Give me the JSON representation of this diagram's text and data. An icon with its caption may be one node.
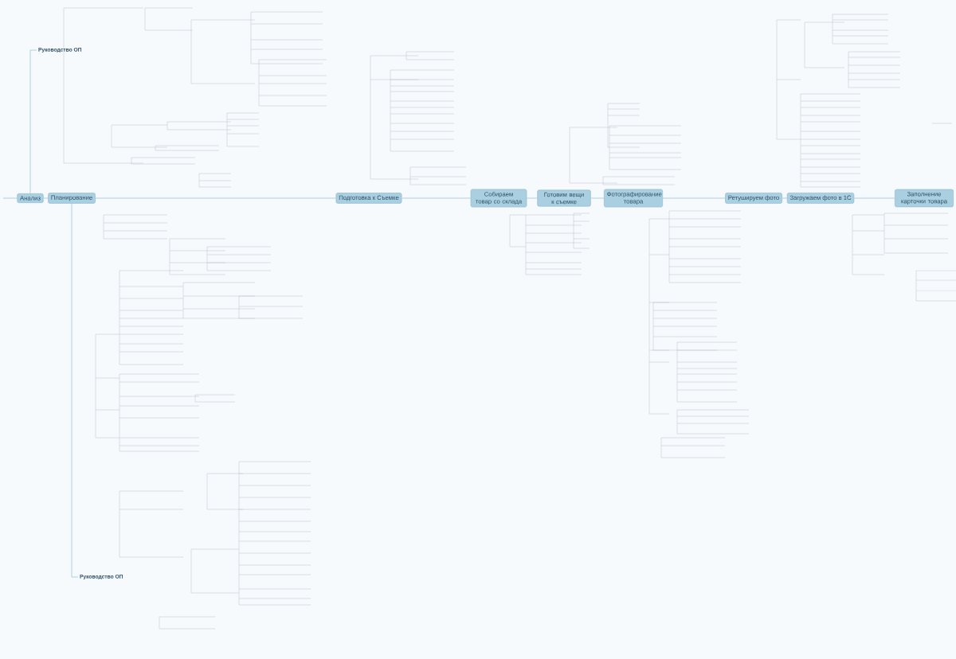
{
  "diagram": {
    "nodes": [
      {
        "text": [
          "Анализ"
        ]
      },
      {
        "text": [
          "Планирование"
        ]
      },
      {
        "text": [
          "Подготовка к Съемке"
        ]
      },
      {
        "text": [
          "Собираем товар со склада"
        ]
      },
      {
        "text": [
          "Готовим вещи к съемке"
        ]
      },
      {
        "text": [
          "Фотографирование товара"
        ]
      },
      {
        "text": [
          "Ретушируем фото"
        ]
      },
      {
        "text": [
          "Загружаем фото в 1С"
        ]
      },
      {
        "text": [
          "Заполнение карточки товара"
        ]
      },
      {
        "text": [
          "Руководство ОП"
        ]
      },
      {
        "text": [
          "Руководство ОП"
        ]
      }
    ],
    "edges": [
      {
        "from": null,
        "to": 0,
        "arrow": "none"
      },
      {
        "from": 0,
        "to": 1,
        "arrow": "none"
      },
      {
        "from": 1,
        "to": 2,
        "arrow": "none"
      },
      {
        "from": 2,
        "to": 3,
        "arrow": "none"
      },
      {
        "from": 3,
        "to": 4,
        "arrow": "none"
      },
      {
        "from": 4,
        "to": 5,
        "arrow": "none"
      },
      {
        "from": 5,
        "to": 6,
        "arrow": "none"
      },
      {
        "from": 6,
        "to": 7,
        "arrow": "none"
      },
      {
        "from": 7,
        "to": 8,
        "arrow": "none"
      },
      {
        "from": 0,
        "to": 9,
        "arrow": "none"
      },
      {
        "from": 1,
        "to": 10,
        "arrow": "none"
      }
    ]
  }
}
